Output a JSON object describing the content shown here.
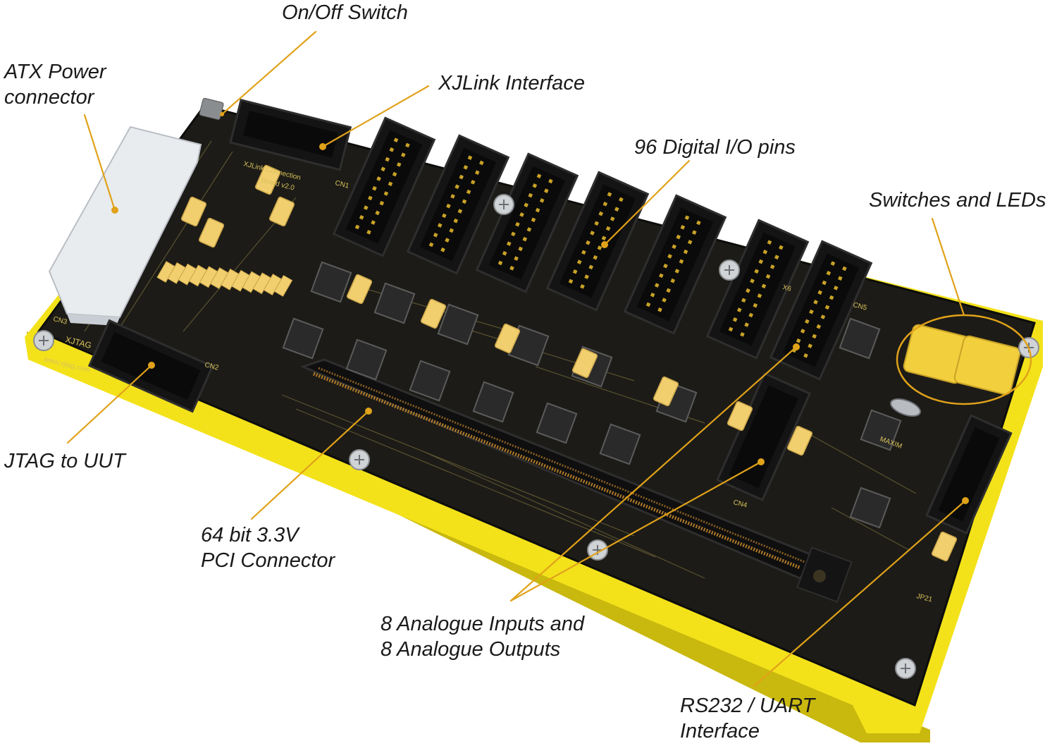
{
  "colors": {
    "leader": "#e0a21a",
    "pcb": "#1c1b17",
    "pcb_edge": "#0d0d0c",
    "base": "#f3e21a",
    "base_shadow": "#c9b80e",
    "header": "#141414",
    "header_rim": "#2e2e2e",
    "silk": "#d9c25a",
    "cap": "#f2cf6e",
    "chip": "#2a2a2a",
    "white_conn": "#e9ecef",
    "text": "#1a1a1a"
  },
  "labels": {
    "on_off": {
      "lines": [
        "On/Off Switch"
      ]
    },
    "atx": {
      "lines": [
        "ATX Power",
        "connector"
      ]
    },
    "xjlink": {
      "lines": [
        "XJLink Interface"
      ]
    },
    "digital_io": {
      "lines": [
        "96 Digital I/O pins"
      ]
    },
    "switches_leds": {
      "lines": [
        "Switches and LEDs"
      ]
    },
    "jtag": {
      "lines": [
        "JTAG to UUT"
      ]
    },
    "pci": {
      "lines": [
        "64 bit 3.3V",
        "PCI Connector"
      ]
    },
    "analogue": {
      "lines": [
        "8 Analogue Inputs and",
        "8 Analogue Outputs"
      ]
    },
    "rs232": {
      "lines": [
        "RS232 / UART",
        "Interface"
      ]
    }
  },
  "board_silkscreen": {
    "board_name": "XJLink Connection",
    "board_version": "Board v2.0",
    "website": "www.xjtag.com",
    "logo": "XJTAG",
    "connectors": [
      "CN1",
      "CN2",
      "CN3",
      "CN4",
      "CN5",
      "JP21",
      "X6"
    ],
    "chip_brand": "MAXIM"
  }
}
